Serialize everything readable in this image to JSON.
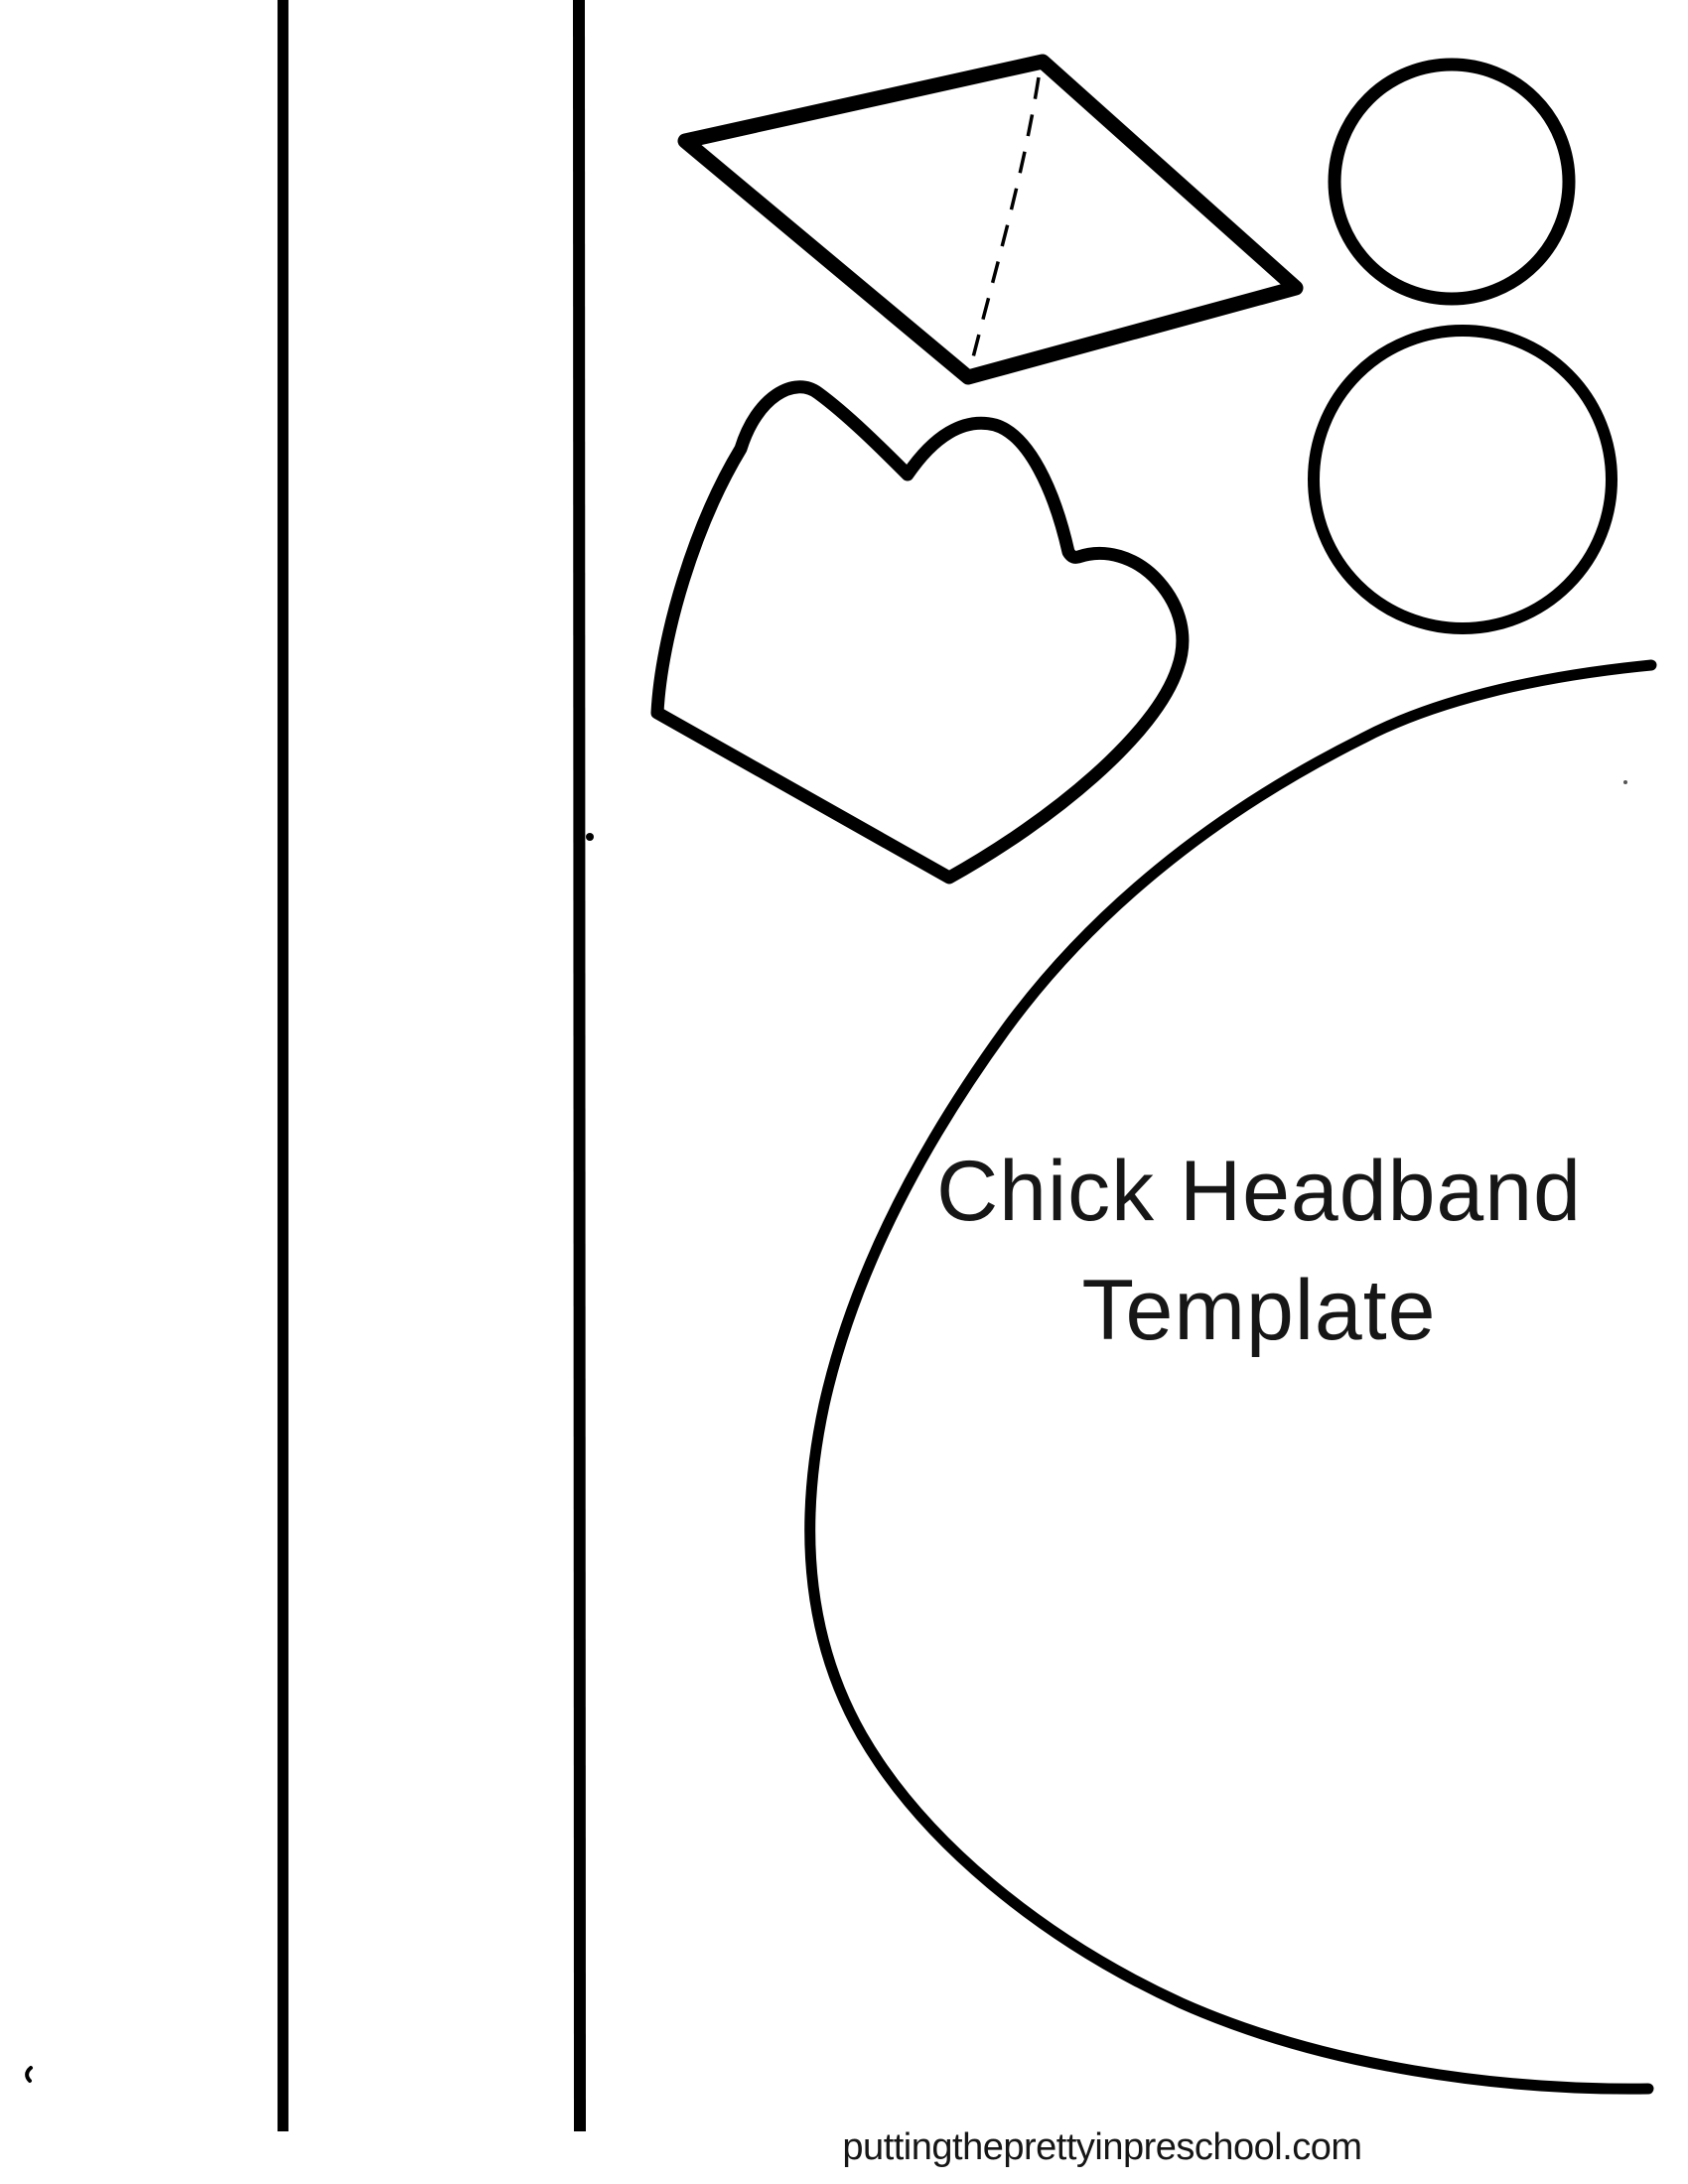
{
  "texts": {
    "title_line1": "Chick Headband",
    "title_line2": "Template",
    "footer_url": "puttingtheprettyinpreschool.com"
  },
  "colors": {
    "ink": "#000000",
    "paper": "#ffffff",
    "text": "#161616"
  },
  "shapes": {
    "strip_lines": [
      "headband-strip-line-left",
      "headband-strip-line-right"
    ],
    "beak": "beak-diamond-outline",
    "beak_fold": "beak-fold-dashed-line",
    "eyes": [
      "eye-circle-small",
      "eye-circle-large"
    ],
    "wing": "wing-outline",
    "head": "head-oval-arc",
    "stray_marks": [
      "bracket-mark-bottom-left",
      "ink-dot-near-wing",
      "speck-right"
    ]
  }
}
